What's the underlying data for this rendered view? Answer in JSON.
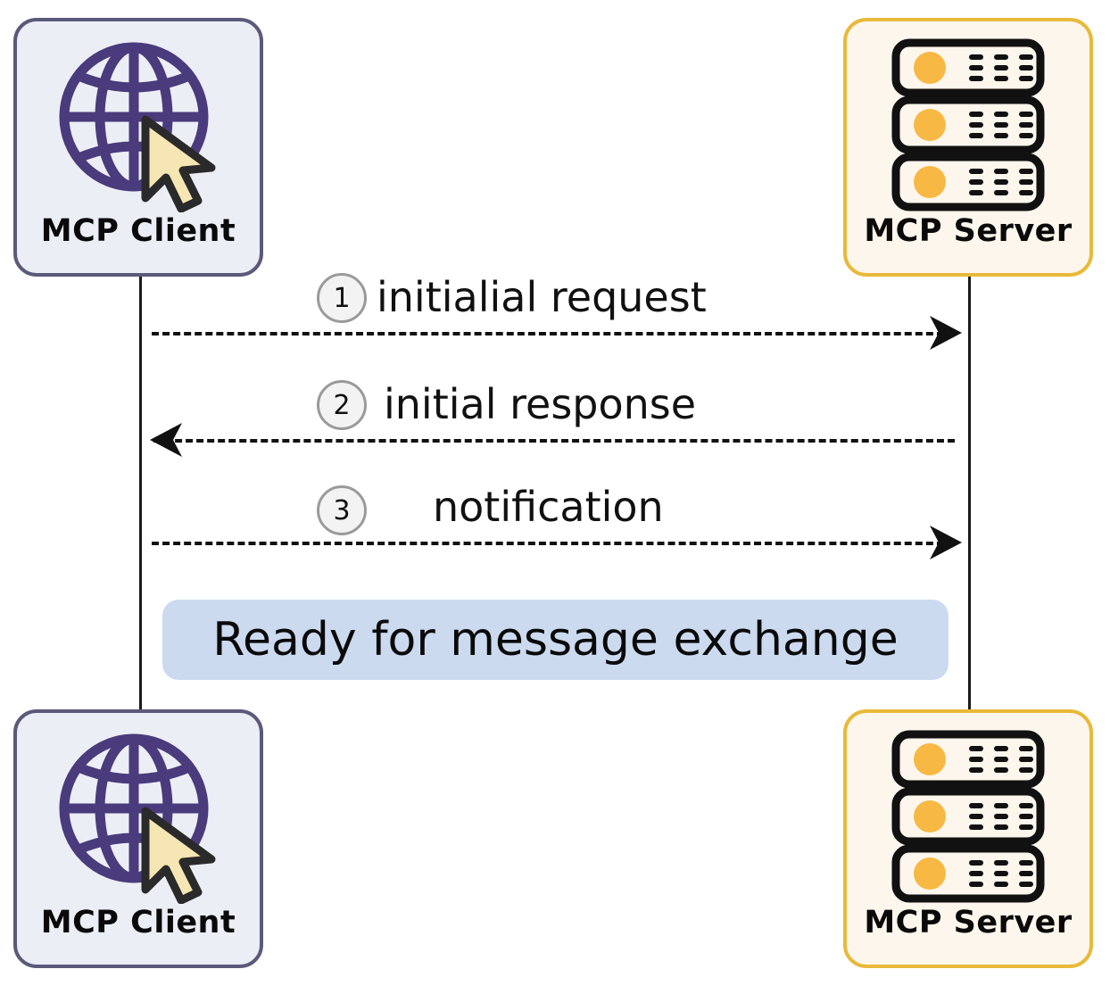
{
  "diagram": {
    "title": "MCP Client / MCP Server initialization sequence",
    "colors": {
      "client_fill": "#eceef6",
      "client_border": "#5b5a7a",
      "client_icon": "#4a3b7c",
      "cursor_fill": "#f5e6b3",
      "server_fill": "#fdf6ec",
      "server_border": "#e8b93a",
      "server_led": "#f7b944",
      "lifeline": "#1a1a1a",
      "badge_border": "#9a9a9a",
      "badge_fill": "#f3f3f3",
      "note_fill": "#ccdaf0",
      "text": "#0a0a0a"
    }
  },
  "participants": {
    "client_top": {
      "label": "MCP Client",
      "icon": "globe-cursor-icon"
    },
    "server_top": {
      "label": "MCP Server",
      "icon": "server-rack-icon"
    },
    "client_bottom": {
      "label": "MCP Client",
      "icon": "globe-cursor-icon"
    },
    "server_bottom": {
      "label": "MCP Server",
      "icon": "server-rack-icon"
    }
  },
  "messages": [
    {
      "number": "1",
      "label": "initialial request",
      "from": "client",
      "to": "server",
      "direction": "right",
      "style": "dashed"
    },
    {
      "number": "2",
      "label": "initial response",
      "from": "server",
      "to": "client",
      "direction": "left",
      "style": "dashed"
    },
    {
      "number": "3",
      "label": "notification",
      "from": "client",
      "to": "server",
      "direction": "right",
      "style": "dashed"
    }
  ],
  "note": {
    "text": "Ready for message exchange"
  }
}
